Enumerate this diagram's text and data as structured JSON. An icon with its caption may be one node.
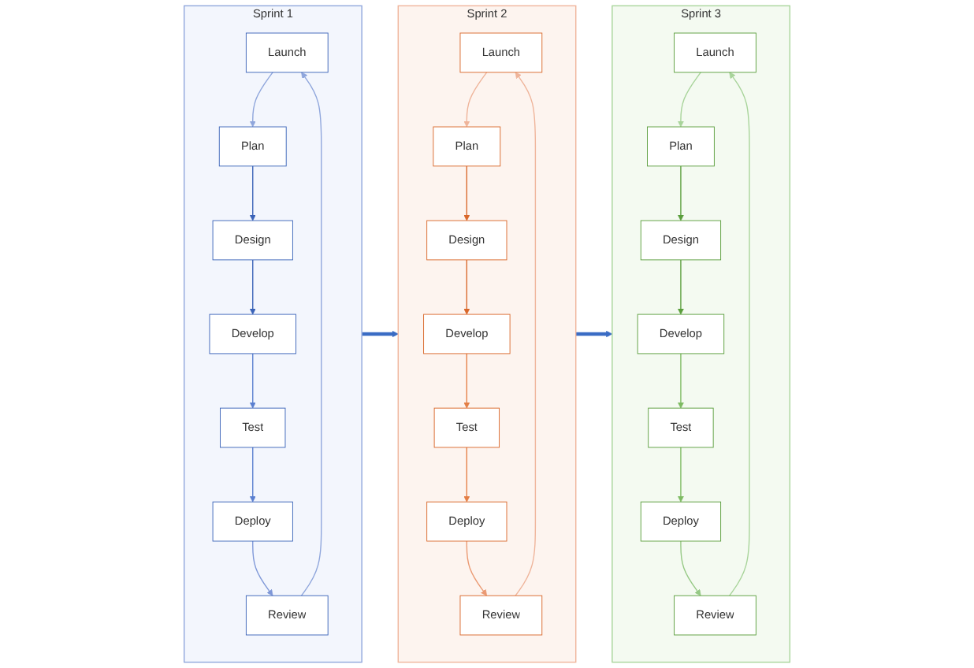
{
  "diagram": {
    "nodes": [
      {
        "text": [
          "Sprint 1"
        ]
      },
      {
        "text": [
          "Launch"
        ],
        "in": 0
      },
      {
        "text": [
          "Plan"
        ],
        "in": 0
      },
      {
        "text": [
          "Design"
        ],
        "in": 0
      },
      {
        "text": [
          "Develop"
        ],
        "in": 0
      },
      {
        "text": [
          "Test"
        ],
        "in": 0
      },
      {
        "text": [
          "Deploy"
        ],
        "in": 0
      },
      {
        "text": [
          "Review"
        ],
        "in": 0
      },
      {
        "text": [
          "Sprint 2"
        ]
      },
      {
        "text": [
          "Launch"
        ],
        "in": 8
      },
      {
        "text": [
          "Plan"
        ],
        "in": 8
      },
      {
        "text": [
          "Design"
        ],
        "in": 8
      },
      {
        "text": [
          "Develop"
        ],
        "in": 8
      },
      {
        "text": [
          "Test"
        ],
        "in": 8
      },
      {
        "text": [
          "Deploy"
        ],
        "in": 8
      },
      {
        "text": [
          "Review"
        ],
        "in": 8
      },
      {
        "text": [
          "Sprint 3"
        ]
      },
      {
        "text": [
          "Launch"
        ],
        "in": 16
      },
      {
        "text": [
          "Plan"
        ],
        "in": 16
      },
      {
        "text": [
          "Design"
        ],
        "in": 16
      },
      {
        "text": [
          "Develop"
        ],
        "in": 16
      },
      {
        "text": [
          "Test"
        ],
        "in": 16
      },
      {
        "text": [
          "Deploy"
        ],
        "in": 16
      },
      {
        "text": [
          "Review"
        ],
        "in": 16
      }
    ],
    "edges": [
      {
        "from": 1,
        "to": 2,
        "arrow": "to",
        "color": "#8fa6dc"
      },
      {
        "from": 2,
        "to": 3,
        "arrow": "to",
        "color": "#3a63b8"
      },
      {
        "from": 3,
        "to": 4,
        "arrow": "to",
        "color": "#3a63b8"
      },
      {
        "from": 4,
        "to": 5,
        "arrow": "to",
        "color": "#5a7fd0"
      },
      {
        "from": 5,
        "to": 6,
        "arrow": "to",
        "color": "#5a7fd0"
      },
      {
        "from": 6,
        "to": 7,
        "arrow": "to",
        "color": "#7f98d8"
      },
      {
        "from": 7,
        "to": 1,
        "arrow": "to",
        "color": "#8fa6dc"
      },
      {
        "from": 9,
        "to": 10,
        "arrow": "to",
        "color": "#efb49a"
      },
      {
        "from": 10,
        "to": 11,
        "arrow": "to",
        "color": "#d9672a"
      },
      {
        "from": 11,
        "to": 12,
        "arrow": "to",
        "color": "#d9672a"
      },
      {
        "from": 12,
        "to": 13,
        "arrow": "to",
        "color": "#e47e45"
      },
      {
        "from": 13,
        "to": 14,
        "arrow": "to",
        "color": "#e47e45"
      },
      {
        "from": 14,
        "to": 15,
        "arrow": "to",
        "color": "#eb9a73"
      },
      {
        "from": 15,
        "to": 9,
        "arrow": "to",
        "color": "#efb49a"
      },
      {
        "from": 17,
        "to": 18,
        "arrow": "to",
        "color": "#a8d49a"
      },
      {
        "from": 18,
        "to": 19,
        "arrow": "to",
        "color": "#5a9e3c"
      },
      {
        "from": 19,
        "to": 20,
        "arrow": "to",
        "color": "#5a9e3c"
      },
      {
        "from": 20,
        "to": 21,
        "arrow": "to",
        "color": "#7dbb62"
      },
      {
        "from": 21,
        "to": 22,
        "arrow": "to",
        "color": "#7dbb62"
      },
      {
        "from": 22,
        "to": 23,
        "arrow": "to",
        "color": "#96c985"
      },
      {
        "from": 23,
        "to": 17,
        "arrow": "to",
        "color": "#a8d49a"
      },
      {
        "from": 0,
        "to": 8,
        "arrow": "to",
        "style": "thick",
        "color": "#3a6cc4"
      },
      {
        "from": 8,
        "to": 16,
        "arrow": "to",
        "style": "thick",
        "color": "#3a6cc4"
      }
    ]
  }
}
